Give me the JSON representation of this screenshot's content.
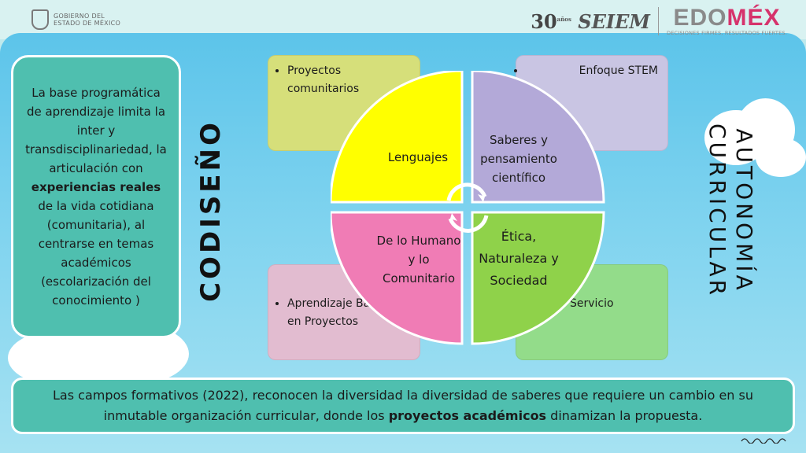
{
  "header": {
    "gov_line1": "GOBIERNO DEL",
    "gov_line2": "ESTADO DE MÉXICO",
    "seiem_num": "30",
    "seiem_sup": "años",
    "seiem_text": "SEIEM",
    "edomex_a": "EDO",
    "edomex_b": "MÉX",
    "edomex_tag": "DECISIONES FIRMES, RESULTADOS FUERTES."
  },
  "left_box": {
    "text_before": "La base programática de aprendizaje limita la inter y transdisciplinariedad, la articulación con ",
    "text_bold": "experiencias reales",
    "text_after": " de la vida cotidiana (comunitaria), al centrarse en temas académicos (escolarización del conocimiento )"
  },
  "vertical_left": "CODISEÑO",
  "vertical_right": {
    "line1": "AUTONOMÍA",
    "line2": "CURRICULAR"
  },
  "boxes": {
    "top_left": "Proyectos comunitarios",
    "top_right": "Enfoque STEM",
    "bottom_left": "Aprendizaje Basado en Proyectos",
    "bottom_right": "Servicio"
  },
  "quadrants": {
    "tl": "Lenguajes",
    "tr": "Saberes y pensamiento científico",
    "bl": "De lo Humano y lo Comunitario",
    "br": "Ética, Naturaleza y Sociedad"
  },
  "colors": {
    "teal": "#4fbfaf",
    "q_tl": "#ffff00",
    "q_tr": "#b3a9d8",
    "q_bl": "#f07cb5",
    "q_br": "#8fd24a"
  },
  "bottom_box": {
    "text_before": "Las campos formativos (2022), reconocen la diversidad la diversidad de saberes que requiere un cambio en su inmutable organización curricular, donde los ",
    "text_bold": "proyectos académicos",
    "text_after": " dinamizan la propuesta."
  }
}
